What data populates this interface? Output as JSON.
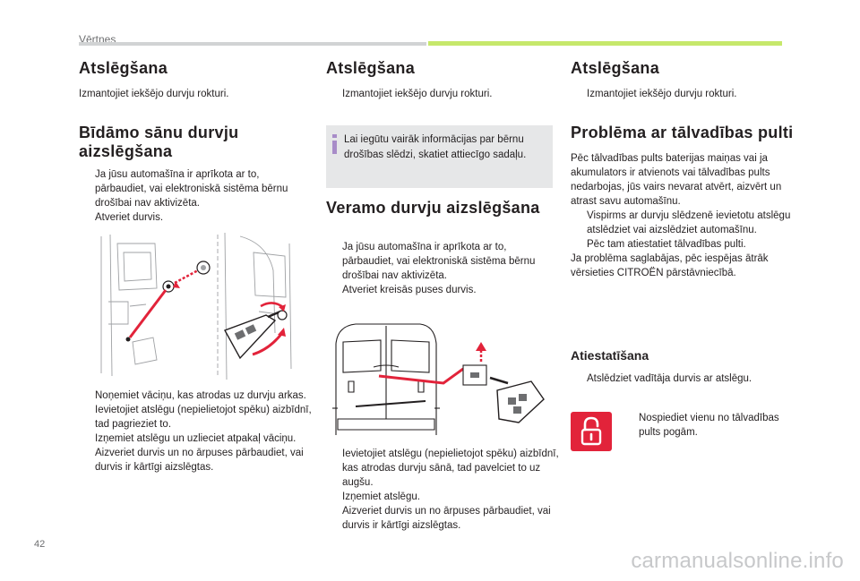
{
  "header": {
    "section": "Vērtnes"
  },
  "page_number": "42",
  "watermark": "carmanualsonline.info",
  "col1": {
    "title": "Atslēgšana",
    "intro": "Izmantojiet iekšējo durvju rokturi.",
    "subtitle_line1": "Bīdāmo sānu durvju",
    "subtitle_line2": "aizslēgšana",
    "steps_before": [
      "Ja jūsu automašīna ir aprīkota ar to, pārbaudiet, vai elektroniskā sistēma bērnu drošībai nav aktivizēta.",
      "Atveriet durvis."
    ],
    "steps_after": [
      "Noņemiet vāciņu, kas atrodas uz durvju arkas.",
      "Ievietojiet atslēgu (nepielietojot spēku) aizbīdnī, tad pagrieziet to.",
      "Izņemiet atslēgu un uzlieciet atpakaļ vāciņu.",
      "Aizveriet durvis un no ārpuses pārbaudiet, vai durvis ir kārtīgi aizslēgtas."
    ]
  },
  "col2": {
    "title": "Atslēgšana",
    "intro": "Izmantojiet iekšējo durvju rokturi.",
    "info": "Lai iegūtu vairāk informācijas par bērnu drošības slēdzi, skatiet attiecīgo sadaļu.",
    "subtitle": "Veramo durvju aizslēgšana",
    "steps_before": [
      "Ja jūsu automašīna ir aprīkota ar to, pārbaudiet, vai elektroniskā sistēma bērnu drošībai nav aktivizēta.",
      "Atveriet kreisās puses durvis."
    ],
    "steps_after": [
      "Ievietojiet atslēgu (nepielietojot spēku) aizbīdnī, kas atrodas durvju sānā, tad pavelciet to uz augšu.",
      "Izņemiet atslēgu.",
      "Aizveriet durvis un no ārpuses pārbaudiet, vai durvis ir kārtīgi aizslēgtas."
    ]
  },
  "col3": {
    "title": "Atslēgšana",
    "intro": "Izmantojiet iekšējo durvju rokturi.",
    "subtitle": "Problēma ar tālvadības pulti",
    "para": "Pēc tālvadības pults baterijas maiņas vai ja akumulators ir atvienots vai tālvadības pults nedarbojas, jūs vairs nevarat atvērt, aizvērt un atrast savu automašīnu.",
    "steps": [
      "Vispirms ar durvju slēdzenē ievietotu atslēgu atslēdziet vai aizslēdziet automašīnu.",
      "Pēc tam atiestatiet tālvadības pulti."
    ],
    "para2": "Ja problēma saglabājas, pēc iespējas ātrāk vērsieties CITROËN pārstāvniecībā.",
    "reset_title": "Atiestatīšana",
    "reset_step": "Atslēdziet vadītāja durvis ar atslēgu.",
    "lock_step": "Nospiediet vienu no tālvadības pults pogām."
  },
  "bullet_glyph": "",
  "colors": {
    "accent_red": "#e2233a",
    "info_purple": "#a88cc8",
    "header_green": "#c6e86b"
  }
}
